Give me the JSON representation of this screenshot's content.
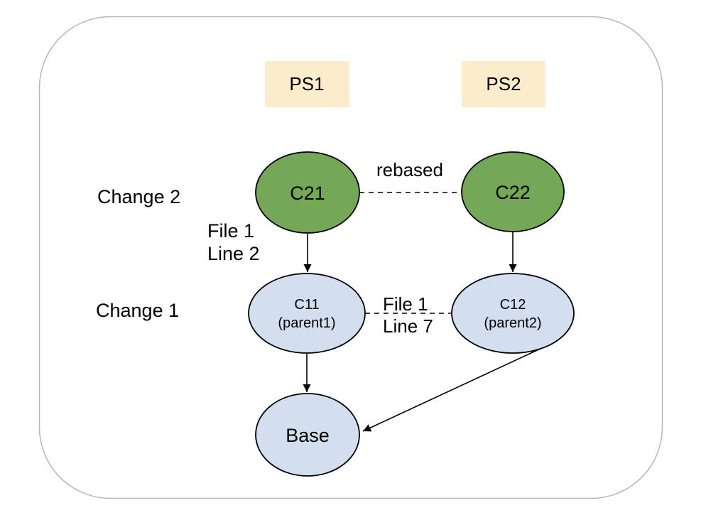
{
  "colors": {
    "container_border": "#b7b7b7",
    "container_fill": "#ffffff",
    "patchset_fill": "#fbedcc",
    "commit_new_fill": "#74a857",
    "commit_old_fill": "#d3dfef",
    "stroke": "#000000"
  },
  "patchsets": {
    "ps1": "PS1",
    "ps2": "PS2"
  },
  "rows": {
    "change2": "Change 2",
    "change1": "Change 1"
  },
  "nodes": {
    "c21": "C21",
    "c22": "C22",
    "c11": "C11",
    "c11_sub": "(parent1)",
    "c12": "C12",
    "c12_sub": "(parent2)",
    "base": "Base"
  },
  "annotations": {
    "rebased": "rebased",
    "c21_file": "File 1",
    "c21_line": "Line 2",
    "parents_file": "File 1",
    "parents_line": "Line 7"
  }
}
